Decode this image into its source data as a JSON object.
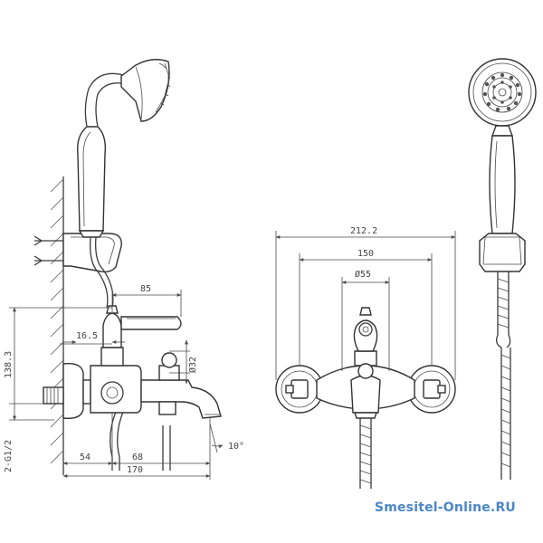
{
  "dimensions": {
    "overall_width": "212.2",
    "handle_span": "150",
    "flange_diameter": "Ø55",
    "handle_length": "85",
    "offset": "16.5",
    "diverter_diameter": "Ø32",
    "height": "138.3",
    "inlet_thread": "2-G1/2",
    "wall_to_body": "54",
    "body_to_spout": "68",
    "total_depth": "170",
    "spout_angle": "10°"
  },
  "watermark": "Smesitel-Online.RU",
  "colors": {
    "line": "#3a3a3a",
    "watermark": "#4b86c8"
  }
}
